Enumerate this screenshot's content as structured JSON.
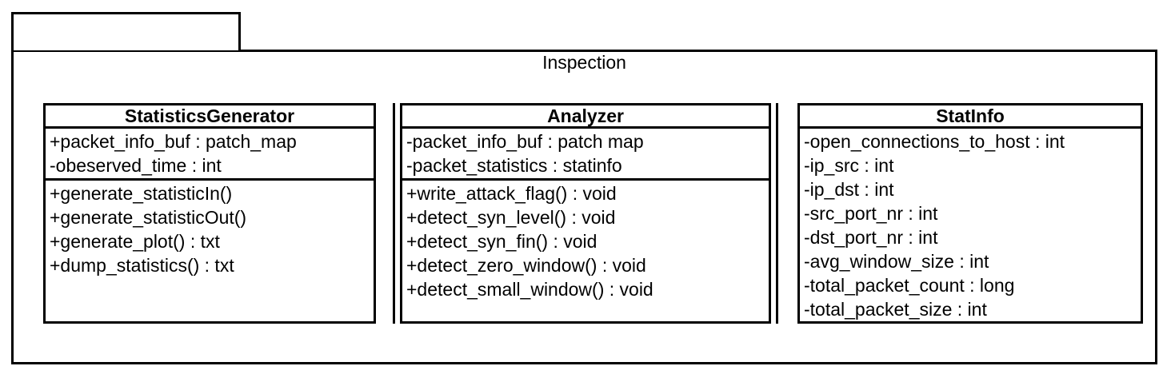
{
  "package": {
    "name": "Inspection",
    "tab_label": ""
  },
  "classes": [
    {
      "name": "StatisticsGenerator",
      "attributes": [
        "+packet_info_buf : patch_map",
        "-obeserved_time : int"
      ],
      "operations": [
        "+generate_statisticIn()",
        "+generate_statisticOut()",
        "+generate_plot() : txt",
        "+dump_statistics() : txt"
      ]
    },
    {
      "name": "Analyzer",
      "attributes": [
        "-packet_info_buf : patch map",
        "-packet_statistics : statinfo"
      ],
      "operations": [
        "+write_attack_flag() : void",
        "+detect_syn_level() : void",
        "+detect_syn_fin() : void",
        "+detect_zero_window() : void",
        "+detect_small_window() : void"
      ]
    },
    {
      "name": "StatInfo",
      "attributes": [
        "-open_connections_to_host : int",
        "-ip_src : int",
        "-ip_dst : int",
        "-src_port_nr : int",
        "-dst_port_nr : int",
        "-avg_window_size : int",
        "-total_packet_count : long",
        "-total_packet_size : int"
      ],
      "operations": []
    }
  ],
  "colors": {
    "stroke": "#000000",
    "fill": "#ffffff",
    "text": "#000000"
  }
}
